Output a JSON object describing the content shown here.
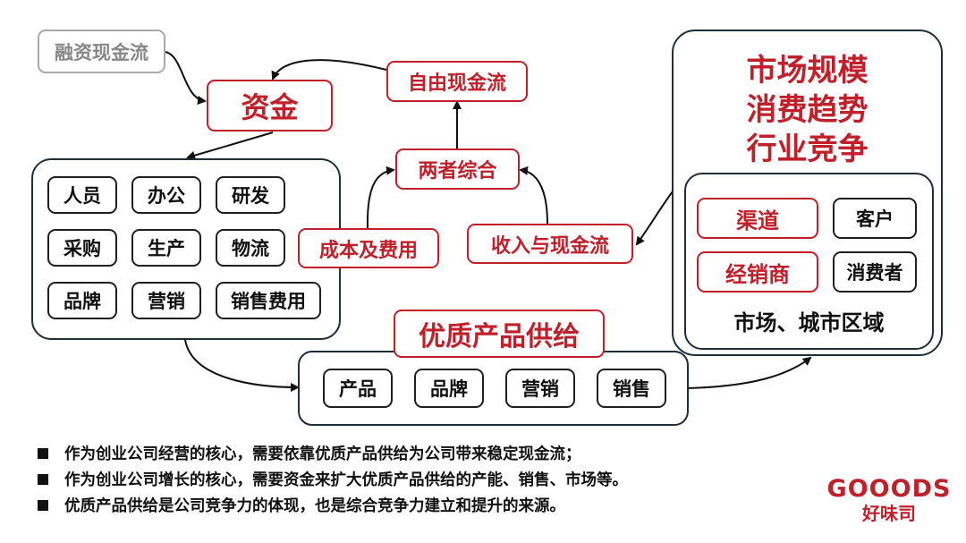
{
  "top_left": {
    "financing": "融资现金流",
    "capital": "资金",
    "free_cash": "自由现金流",
    "combined": "两者综合"
  },
  "resources": {
    "items": [
      "人员",
      "办公",
      "研发",
      "采购",
      "生产",
      "物流",
      "品牌",
      "营销",
      "销售费用"
    ]
  },
  "flows": {
    "cost": "成本及费用",
    "revenue": "收入与现金流"
  },
  "supply": {
    "title": "优质产品供给",
    "items": [
      "产品",
      "品牌",
      "营销",
      "销售"
    ]
  },
  "market": {
    "lines": [
      "市场规模",
      "消费趋势",
      "行业竞争"
    ],
    "channel": "渠道",
    "dealer": "经销商",
    "customer": "客户",
    "consumer": "消费者",
    "area": "市场、城市区域"
  },
  "bullets": [
    "作为创业公司经营的核心，需要依靠优质产品供给为公司带来稳定现金流；",
    "作为创业公司增长的核心，需要资金来扩大优质产品供给的产能、销售、市场等。",
    "优质产品供给是公司竞争力的体现，也是综合竞争力建立和提升的来源。"
  ],
  "logo": {
    "brand": "GOOODS",
    "cn": "好味司"
  },
  "colors": {
    "accent": "#c0202a",
    "border": "#1f1f1f",
    "muted": "#888888"
  }
}
